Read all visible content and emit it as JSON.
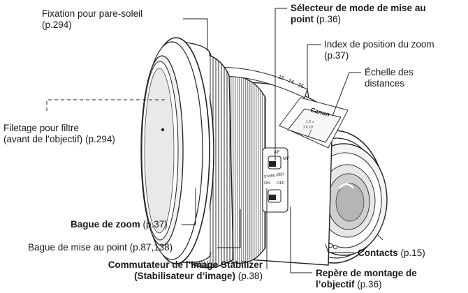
{
  "brand": "Canon",
  "ring_marks": {
    "zoom_scale": [
      "15",
      "24",
      "35"
    ],
    "focus_switch": "AF",
    "focus_switch_mf": "MF",
    "stabilizer_title": "STABILIZER",
    "stabilizer_on": "ON",
    "stabilizer_off": "OFF"
  },
  "callouts": {
    "hood": {
      "text": "Fixation pour pare-soleil",
      "ref": "(p.294)"
    },
    "filter": {
      "text": "Filetage pour filtre",
      "ref": "(avant de l’objectif) (p.294)"
    },
    "zoom_ring": {
      "text": "Bague de zoom",
      "ref": "(p.37)"
    },
    "focus_ring": {
      "text": "Bague de mise au point",
      "ref": "(p.87,138)"
    },
    "is_switch": {
      "text": "Commutateur de l’Image Stabilizer",
      "text2": "(Stabilisateur d’image)",
      "ref": "(p.38)"
    },
    "focus_mode": {
      "text": "Sélecteur de mode de mise au",
      "text2": "point",
      "ref": "(p.36)"
    },
    "zoom_index": {
      "text": "Index de position du zoom",
      "ref": "(p.37)"
    },
    "distance_scale": {
      "text": "Échelle des",
      "text2": "distances"
    },
    "contacts": {
      "text": "Contacts",
      "ref": "(p.15)"
    },
    "mount_index": {
      "text": "Repère de montage de",
      "text2": "l’objectif",
      "ref": "(p.36)"
    }
  }
}
